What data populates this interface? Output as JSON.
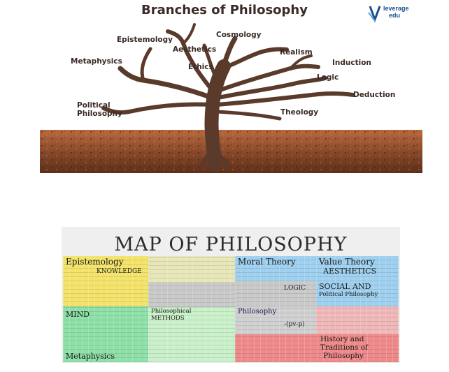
{
  "title": "Branches of Philosophy",
  "logo": {
    "line1": "leverage",
    "line2": "edu"
  },
  "branches": {
    "epistemology": "Epistemology",
    "cosmology": "Cosmology",
    "aesthetics": "Aesthetics",
    "realism": "Realism",
    "metaphysics": "Metaphysics",
    "ethics": "Ethics",
    "induction": "Induction",
    "logic": "Logic",
    "deduction": "Deduction",
    "political_line1": "Political",
    "political_line2": "Philosophy",
    "theology": "Theology"
  },
  "map": {
    "title": "MAP OF PHILOSOPHY",
    "sections": {
      "epistemology": "Epistemology",
      "knowledge": "KNOWLEDGE",
      "moral_theory": "Moral Theory",
      "value_theory": "Value Theory",
      "aesthetics": "AESTHETICS",
      "social_and": "SOCIAL AND",
      "political_philosophy": "Political Philosophy",
      "logic": "LOGIC",
      "philosophy": "Philosophy",
      "philosophical_methods_1": "Philosophical",
      "philosophical_methods_2": "METHODS",
      "mind": "MIND",
      "metaphysics": "Metaphysics",
      "history_1": "History and",
      "history_2": "Traditions of",
      "history_3": "Philosophy",
      "pvp": "-(pv-p)"
    }
  },
  "colors": {
    "title": "#3a2a26",
    "trunk": "#5a3a2a",
    "soil": "#8a4a2a",
    "map_yellow": "#f3e36b",
    "map_blue": "#9fd0ef",
    "map_green": "#8fe0a8",
    "map_red": "#ef8a8a",
    "map_gray": "#c9c9c9"
  }
}
